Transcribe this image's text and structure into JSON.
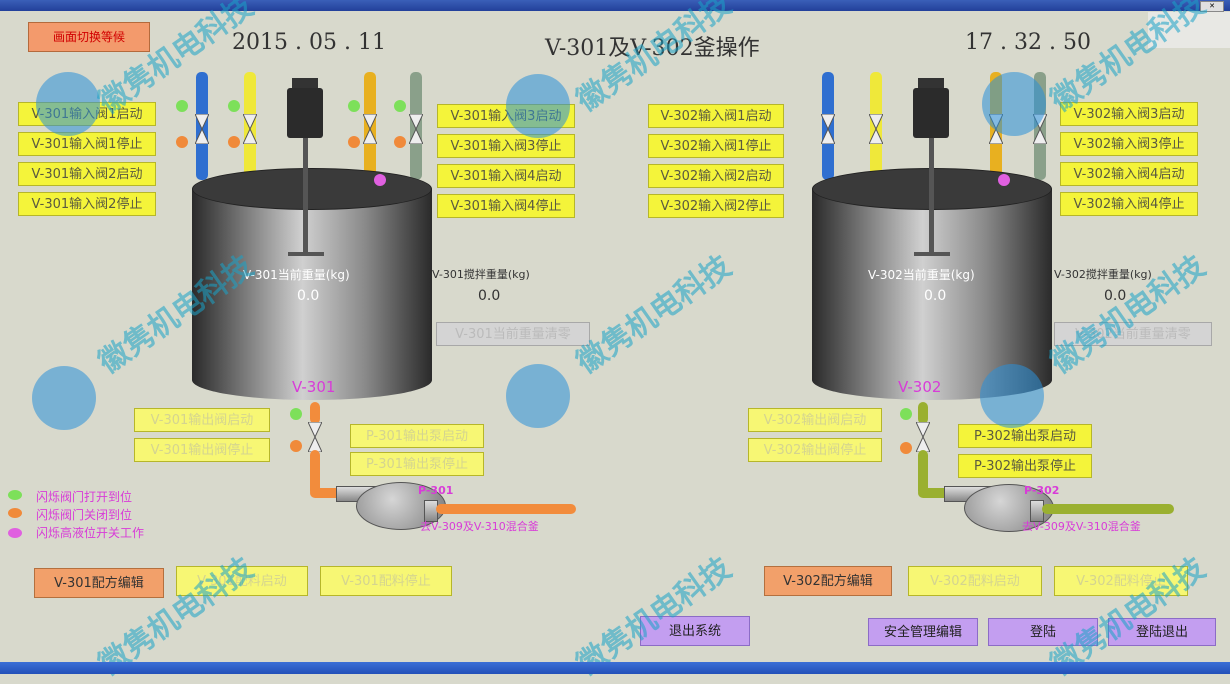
{
  "header": {
    "date": "2015 . 05 . 11",
    "title": "V-301及V-302釜操作",
    "time": "17 . 32 . 50",
    "screen_switch_label": "画面切换等候"
  },
  "left": {
    "valve_buttons_left": [
      "V-301输入阀1启动",
      "V-301输入阀1停止",
      "V-301输入阀2启动",
      "V-301输入阀2停止"
    ],
    "valve_buttons_right": [
      "V-301输入阀3启动",
      "V-301输入阀3停止",
      "V-301输入阀4启动",
      "V-301输入阀4停止"
    ],
    "weight_label": "V-301当前重量(kg)",
    "weight_value": "0.0",
    "stir_label": "V-301搅拌重量(kg)",
    "stir_value": "0.0",
    "weight_reset_label": "V-301当前重量清零",
    "tank_name": "V-301",
    "output_valve_buttons": [
      "V-301输出阀启动",
      "V-301输出阀停止"
    ],
    "pump_buttons": [
      "P-301输出泵启动",
      "P-301输出泵停止"
    ],
    "pump_name": "P-301",
    "pump_dest": "去V-309及V-310混合釜",
    "recipe_button": "V-301配方编辑",
    "material_start": "V-301配料启动",
    "material_stop": "V-301配料停止"
  },
  "right": {
    "valve_buttons_left": [
      "V-302输入阀1启动",
      "V-302输入阀1停止",
      "V-302输入阀2启动",
      "V-302输入阀2停止"
    ],
    "valve_buttons_right": [
      "V-302输入阀3启动",
      "V-302输入阀3停止",
      "V-302输入阀4启动",
      "V-302输入阀4停止"
    ],
    "weight_label": "V-302当前重量(kg)",
    "weight_value": "0.0",
    "stir_label": "V-302搅拌重量(kg)",
    "stir_value": "0.0",
    "weight_reset_label": "V-302当前重量清零",
    "tank_name": "V-302",
    "output_valve_buttons": [
      "V-302输出阀启动",
      "V-302输出阀停止"
    ],
    "pump_buttons": [
      "P-302输出泵启动",
      "P-302输出泵停止"
    ],
    "pump_name": "P-302",
    "pump_dest": "去V-309及V-310混合釜",
    "recipe_button": "V-302配方编辑",
    "material_start": "V-302配料启动",
    "material_stop": "V-302配料停止"
  },
  "legend": [
    {
      "text": "闪烁阀门打开到位",
      "color": "#7de05a"
    },
    {
      "text": "闪烁阀门关闭到位",
      "color": "#f08a3a"
    },
    {
      "text": "闪烁高液位开关工作",
      "color": "#e060e0"
    }
  ],
  "footer": {
    "exit_button": "退出系统",
    "security_button": "安全管理编辑",
    "login_button": "登陆",
    "logout_button": "登陆退出"
  },
  "watermark": {
    "text": "徽隽机电科技"
  },
  "colors": {
    "pipe_blue": "#2f6fd0",
    "pipe_yellow": "#efe83a",
    "pipe_gold": "#e8b020",
    "pipe_gray": "#8aa08a",
    "pipe_orange": "#f28c3c",
    "pipe_olive": "#9ab030",
    "valve_open": "#7de05a",
    "valve_closed": "#f08a3a",
    "high_level": "#e060e0"
  }
}
